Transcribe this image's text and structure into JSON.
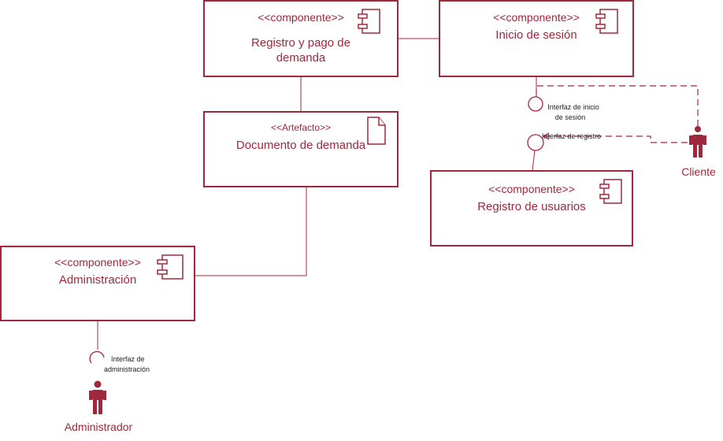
{
  "colors": {
    "accent": "#a0283c",
    "line": "#a0283c",
    "background": "#ffffff"
  },
  "components": {
    "registro_pago": {
      "stereotype": "<<componente>>",
      "name_line1": "Registro y pago de",
      "name_line2": "demanda"
    },
    "inicio_sesion": {
      "stereotype": "<<componente>>",
      "name": "Inicio de sesión"
    },
    "registro_usuarios": {
      "stereotype": "<<componente>>",
      "name": "Registro de usuarios"
    },
    "administracion": {
      "stereotype": "<<componente>>",
      "name": "Administración"
    }
  },
  "artifact": {
    "stereotype": "<<Artefacto>>",
    "name": "Documento de demanda"
  },
  "interfaces": {
    "inicio": {
      "line1": "Interfaz de inicio",
      "line2": "de sesión"
    },
    "registro": {
      "label": "Interfaz de registro"
    },
    "administracion": {
      "line1": "Interfaz de",
      "line2": "administración"
    }
  },
  "actors": {
    "cliente": {
      "label": "Cliente",
      "icon": "person-icon"
    },
    "administrador": {
      "label": "Administrador",
      "icon": "person-icon"
    }
  }
}
